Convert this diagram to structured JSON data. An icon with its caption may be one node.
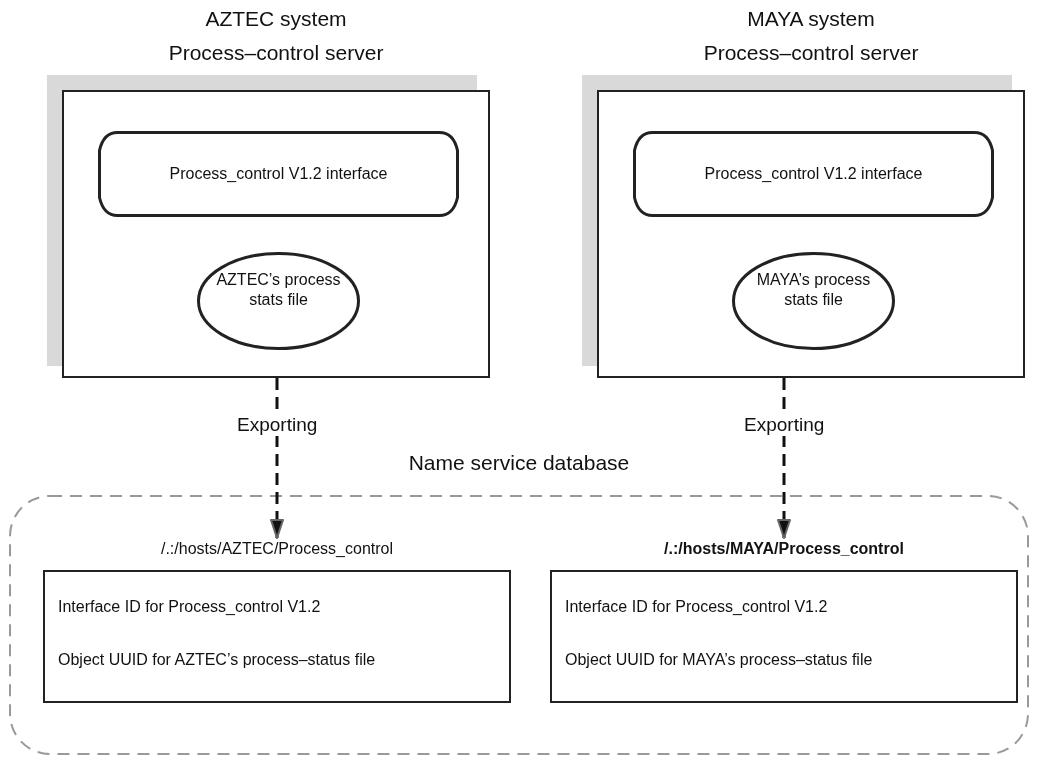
{
  "diagram": {
    "nodes": [
      {
        "text": [
          "AZTEC system",
          "Process–control server"
        ]
      },
      {
        "text": [
          "Process_control V1.2 interface"
        ],
        "in": 0
      },
      {
        "text": [
          "AZTEC’s process stats file"
        ],
        "in": 0
      },
      {
        "text": [
          "MAYA system",
          "Process–control server"
        ]
      },
      {
        "text": [
          "Process_control V1.2 interface"
        ],
        "in": 3
      },
      {
        "text": [
          "MAYA’s process stats file"
        ],
        "in": 3
      },
      {
        "text": [
          "Name service database"
        ]
      },
      {
        "text": [
          "/.:/hosts/AZTEC/Process_control",
          "Interface ID for Process_control V1.2",
          "Object UUID for AZTEC’s process–status file"
        ],
        "in": 6
      },
      {
        "text": [
          "/.:/hosts/MAYA/Process_control",
          "Interface ID for Process_control V1.2",
          "Object UUID for MAYA’s process–status file"
        ],
        "in": 6
      }
    ],
    "edges": [
      {
        "from": 0,
        "to": 7,
        "arrow": "to",
        "label": "Exporting",
        "style": "dashed"
      },
      {
        "from": 3,
        "to": 8,
        "arrow": "to",
        "label": "Exporting",
        "style": "dashed"
      }
    ]
  }
}
